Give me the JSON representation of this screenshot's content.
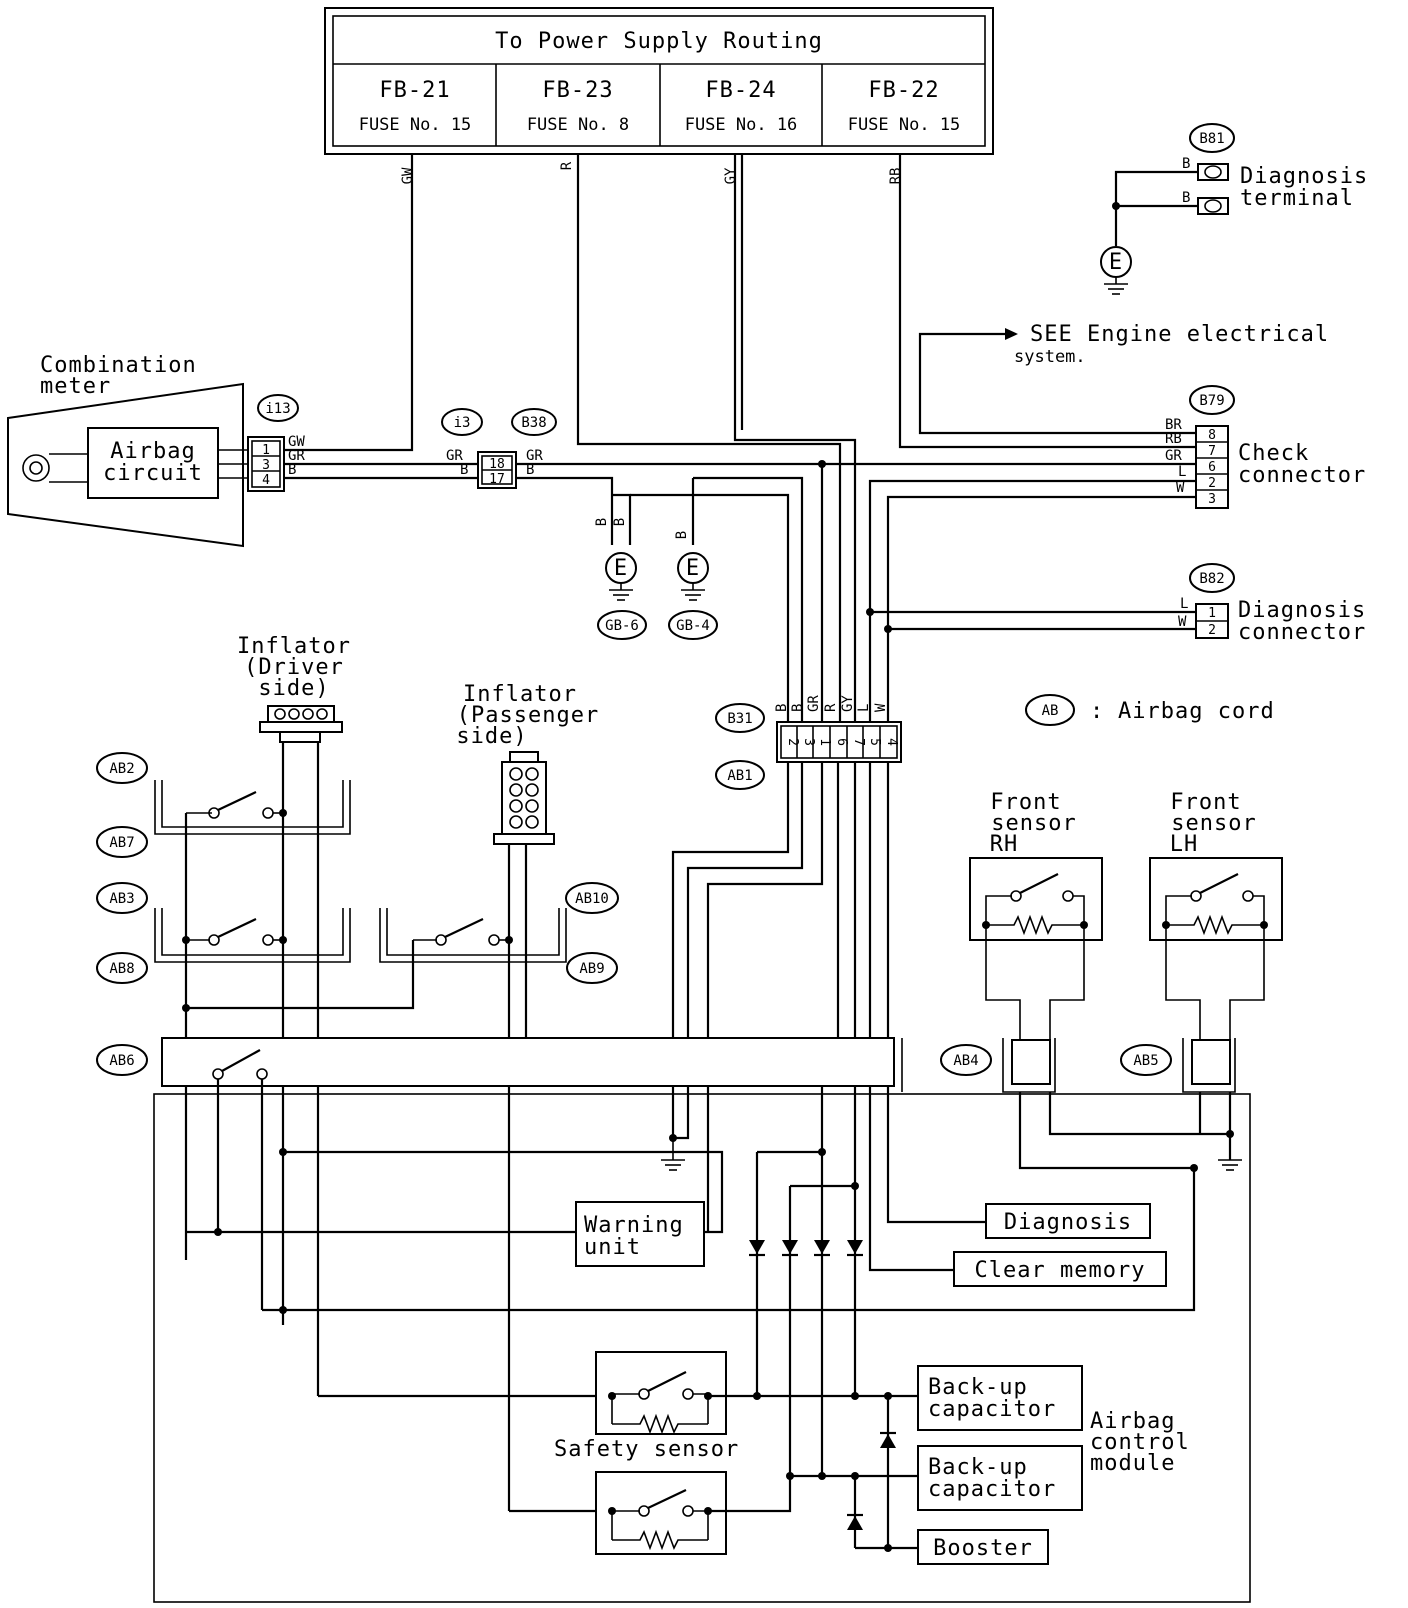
{
  "power_supply": {
    "title": "To Power Supply Routing",
    "fuses": [
      {
        "code": "FB-21",
        "fuse": "FUSE No. 15",
        "wire": "GW"
      },
      {
        "code": "FB-23",
        "fuse": "FUSE No. 8",
        "wire": "R"
      },
      {
        "code": "FB-24",
        "fuse": "FUSE No. 16",
        "wire": "GY"
      },
      {
        "code": "FB-22",
        "fuse": "FUSE No. 15",
        "wire": "RB"
      }
    ]
  },
  "combination_meter": {
    "title_line1": "Combination",
    "title_line2": "meter",
    "circuit_line1": "Airbag",
    "circuit_line2": "circuit",
    "connector": "i13",
    "pins": [
      "1",
      "3",
      "4"
    ],
    "wires": [
      "GW",
      "GR",
      "B"
    ]
  },
  "junction": {
    "connector_a": "i3",
    "connector_b": "B38",
    "pins": [
      "18",
      "17"
    ],
    "wires_left": [
      "GR",
      "B"
    ],
    "wires_right": [
      "GR",
      "B"
    ]
  },
  "grounds": [
    {
      "label": "GB-6",
      "wire": "B",
      "symbol": "E"
    },
    {
      "label": "GB-4",
      "wire": "B",
      "symbol": "E"
    }
  ],
  "diagnosis_terminal": {
    "connector": "B81",
    "line1": "Diagnosis",
    "line2": "terminal",
    "wires": [
      "B",
      "B"
    ],
    "symbol": "E"
  },
  "engine_ref": {
    "line1": "SEE Engine electrical",
    "line2": "system."
  },
  "check_connector": {
    "connector": "B79",
    "line1": "Check",
    "line2": "connector",
    "pins": [
      "8",
      "7",
      "6",
      "2",
      "3"
    ],
    "wires": [
      "BR",
      "RB",
      "GR",
      "L",
      "W"
    ]
  },
  "diagnosis_connector": {
    "connector": "B82",
    "line1": "Diagnosis",
    "line2": "connector",
    "pins": [
      "1",
      "2"
    ],
    "wires": [
      "L",
      "W"
    ]
  },
  "legend": {
    "code": "AB",
    "sep": ":",
    "text": "Airbag cord"
  },
  "module_connector": {
    "connector_top": "B31",
    "connector_bottom": "AB1",
    "pins": [
      "2",
      "3",
      "1",
      "6",
      "7",
      "5",
      "4"
    ],
    "wires": [
      "B",
      "B",
      "GR",
      "R",
      "GY",
      "L",
      "W"
    ]
  },
  "inflator_driver": {
    "line1": "Inflator",
    "line2": "(Driver",
    "line3": "side)"
  },
  "inflator_passenger": {
    "line1": "Inflator",
    "line2": "(Passenger",
    "line3": "side)"
  },
  "front_sensor_rh": {
    "line1": "Front",
    "line2": "sensor",
    "line3": "RH"
  },
  "front_sensor_lh": {
    "line1": "Front",
    "line2": "sensor",
    "line3": "LH"
  },
  "cords": [
    "AB2",
    "AB7",
    "AB3",
    "AB8",
    "AB10",
    "AB9",
    "AB6",
    "AB4",
    "AB5"
  ],
  "module": {
    "warning_line1": "Warning",
    "warning_line2": "unit",
    "diagnosis": "Diagnosis",
    "clear_memory": "Clear memory",
    "backup1_line1": "Back-up",
    "backup1_line2": "capacitor",
    "backup2_line1": "Back-up",
    "backup2_line2": "capacitor",
    "booster": "Booster",
    "safety_sensor": "Safety sensor",
    "name_line1": "Airbag",
    "name_line2": "control",
    "name_line3": "module"
  }
}
